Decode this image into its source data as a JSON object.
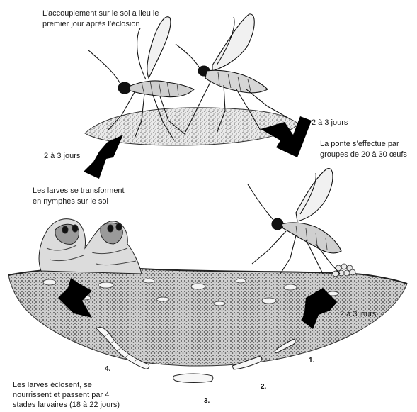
{
  "captions": {
    "mating_line1": "L’accouplement sur le sol a lieu le",
    "mating_line2": "premier jour après l’éclosion",
    "laying_line1": "La ponte s’effectue par",
    "laying_line2": "groupes de 20 à 30 œufs",
    "pupae_line1": "Les larves se transforment",
    "pupae_line2": "en nymphes sur le sol",
    "larvae_line1": "Les larves éclosent, se",
    "larvae_line2": "nourrissent et passent par 4",
    "larvae_line3": "stades larvaires (18 à 22 jours)"
  },
  "durations": {
    "top_right": "2 à 3 jours",
    "left": "2 à 3 jours",
    "bottom_right": "2 à 3 jours"
  },
  "stages": [
    "1.",
    "2.",
    "3.",
    "4."
  ],
  "colors": {
    "ink": "#111111",
    "soil": "#8a8a8a",
    "soil_light": "#bdbdbd",
    "arrow": "#000000"
  }
}
